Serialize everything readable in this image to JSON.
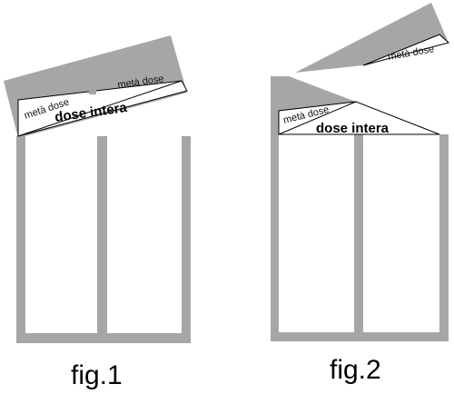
{
  "colors": {
    "package": "#a6a6a6",
    "panel": "#ffffff",
    "ink": "#000000"
  },
  "figures": [
    {
      "caption": "fig.1",
      "label_left": "metà dose",
      "label_right": "metà dose",
      "label_full": "dose intera"
    },
    {
      "caption": "fig.2",
      "label_left": "metà dose",
      "label_right": "metà dose",
      "label_full": "dose intera"
    }
  ]
}
